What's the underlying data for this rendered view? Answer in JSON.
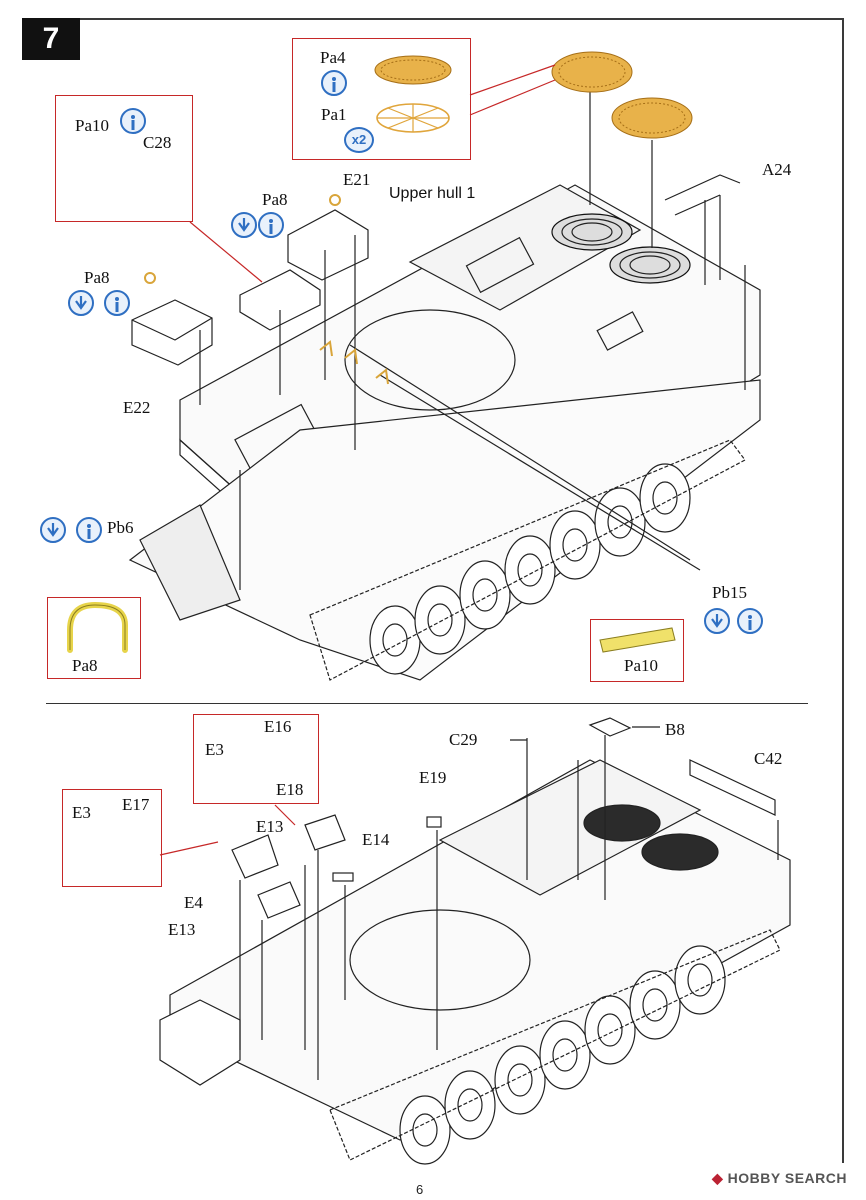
{
  "step": {
    "number": "7"
  },
  "top": {
    "labels": {
      "pa4": "Pa4",
      "pa1": "Pa1",
      "x2": "x2",
      "pa10_top": "Pa10",
      "c28": "C28",
      "e21": "E21",
      "upper_hull": "Upper hull 1",
      "a24": "A24",
      "pa8_a": "Pa8",
      "pa8_b": "Pa8",
      "e22": "E22",
      "pb6": "Pb6",
      "pb15": "Pb15",
      "pa8_detail": "Pa8",
      "pa10_detail": "Pa10"
    }
  },
  "bottom": {
    "labels": {
      "e16": "E16",
      "e3_a": "E3",
      "e18": "E18",
      "e3_b": "E3",
      "e17": "E17",
      "e13_a": "E13",
      "e14": "E14",
      "e19": "E19",
      "c29": "C29",
      "b8": "B8",
      "c42": "C42",
      "e4": "E4",
      "e13_b": "E13"
    }
  },
  "footer": {
    "page_number": "6",
    "watermark_brand": "HOBBY SEARCH"
  },
  "colors": {
    "callout_border": "#c62828",
    "icon_blue": "#2f6fc2",
    "photoetch_gold": "#e8b24a",
    "detail_yellow": "#f0e16a"
  },
  "icons": [
    "glue-icon",
    "paint-icon",
    "quantity-badge-icon"
  ]
}
